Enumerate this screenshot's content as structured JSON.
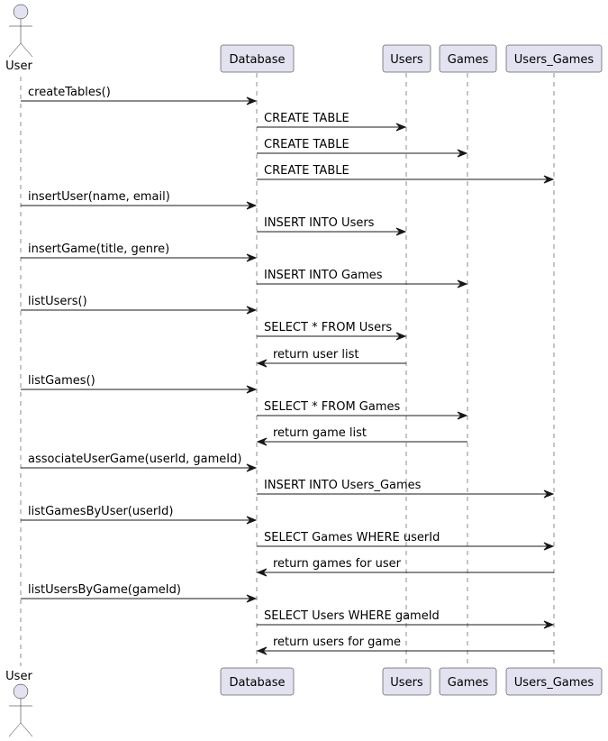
{
  "participants": [
    {
      "id": "user",
      "label": "User",
      "kind": "actor"
    },
    {
      "id": "database",
      "label": "Database",
      "kind": "participant"
    },
    {
      "id": "users",
      "label": "Users",
      "kind": "participant"
    },
    {
      "id": "games",
      "label": "Games",
      "kind": "participant"
    },
    {
      "id": "users_games",
      "label": "Users_Games",
      "kind": "participant"
    }
  ],
  "messages": [
    {
      "from": "user",
      "to": "database",
      "label": "createTables()"
    },
    {
      "from": "database",
      "to": "users",
      "label": "CREATE TABLE"
    },
    {
      "from": "database",
      "to": "games",
      "label": "CREATE TABLE"
    },
    {
      "from": "database",
      "to": "users_games",
      "label": "CREATE TABLE"
    },
    {
      "from": "user",
      "to": "database",
      "label": "insertUser(name, email)"
    },
    {
      "from": "database",
      "to": "users",
      "label": "INSERT INTO Users"
    },
    {
      "from": "user",
      "to": "database",
      "label": "insertGame(title, genre)"
    },
    {
      "from": "database",
      "to": "games",
      "label": "INSERT INTO Games"
    },
    {
      "from": "user",
      "to": "database",
      "label": "listUsers()"
    },
    {
      "from": "database",
      "to": "users",
      "label": "SELECT * FROM Users"
    },
    {
      "from": "users",
      "to": "database",
      "label": "return user list"
    },
    {
      "from": "user",
      "to": "database",
      "label": "listGames()"
    },
    {
      "from": "database",
      "to": "games",
      "label": "SELECT * FROM Games"
    },
    {
      "from": "games",
      "to": "database",
      "label": "return game list"
    },
    {
      "from": "user",
      "to": "database",
      "label": "associateUserGame(userId, gameId)"
    },
    {
      "from": "database",
      "to": "users_games",
      "label": "INSERT INTO Users_Games"
    },
    {
      "from": "user",
      "to": "database",
      "label": "listGamesByUser(userId)"
    },
    {
      "from": "database",
      "to": "users_games",
      "label": "SELECT Games WHERE userId"
    },
    {
      "from": "users_games",
      "to": "database",
      "label": "return games for user"
    },
    {
      "from": "user",
      "to": "database",
      "label": "listUsersByGame(gameId)"
    },
    {
      "from": "database",
      "to": "users_games",
      "label": "SELECT Users WHERE gameId"
    },
    {
      "from": "users_games",
      "to": "database",
      "label": "return users for game"
    }
  ]
}
